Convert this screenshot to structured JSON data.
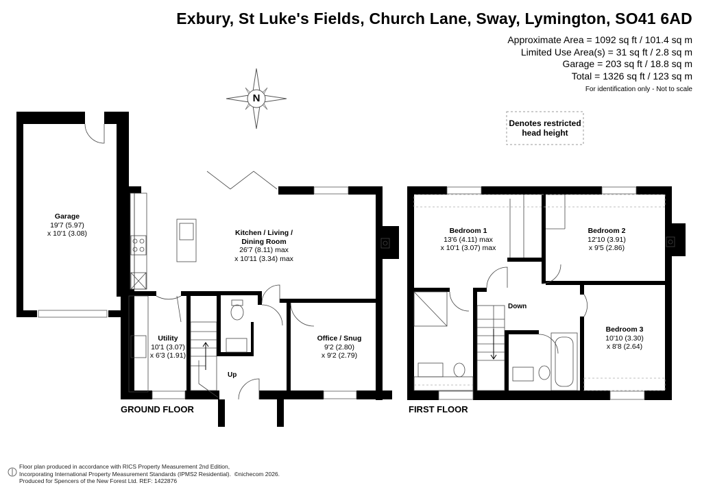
{
  "title": "Exbury, St Luke's Fields, Church Lane, Sway, Lymington, SO41 6AD",
  "areas": [
    "Approximate Area = 1092 sq ft / 101.4 sq m",
    "Limited Use Area(s) = 31 sq ft / 2.8 sq m",
    "Garage = 203 sq ft / 18.8 sq m",
    "Total = 1326 sq ft / 123 sq m"
  ],
  "id_note": "For identification only - Not to scale",
  "compass_label": "N",
  "legend": "Denotes restricted head height",
  "floors": {
    "ground": "GROUND FLOOR",
    "first": "FIRST FLOOR"
  },
  "rooms": {
    "garage": {
      "name": "Garage",
      "dim1": "19'7 (5.97)",
      "dim2": "x 10'1 (3.08)"
    },
    "kitchen": {
      "name1": "Kitchen / Living /",
      "name2": "Dining Room",
      "dim1": "26'7 (8.11) max",
      "dim2": "x 10'11 (3.34) max"
    },
    "utility": {
      "name": "Utility",
      "dim1": "10'1 (3.07)",
      "dim2": "x 6'3 (1.91)"
    },
    "office": {
      "name": "Office / Snug",
      "dim1": "9'2 (2.80)",
      "dim2": "x 9'2 (2.79)"
    },
    "bedroom1": {
      "name": "Bedroom 1",
      "dim1": "13'6 (4.11) max",
      "dim2": "x 10'1 (3.07) max"
    },
    "bedroom2": {
      "name": "Bedroom 2",
      "dim1": "12'10 (3.91)",
      "dim2": "x 9'5 (2.86)"
    },
    "bedroom3": {
      "name": "Bedroom 3",
      "dim1": "10'10 (3.30)",
      "dim2": "x 8'8 (2.64)"
    }
  },
  "stairs": {
    "up": "Up",
    "down": "Down"
  },
  "footer": {
    "line1": "Floor plan produced in accordance with RICS Property Measurement 2nd Edition,",
    "line2": "Incorporating International Property Measurement Standards (IPMS2 Residential).",
    "copyright": "©nichecom 2026.",
    "line3": "Produced for Spencers of the New Forest Ltd.   REF:  1422876"
  }
}
